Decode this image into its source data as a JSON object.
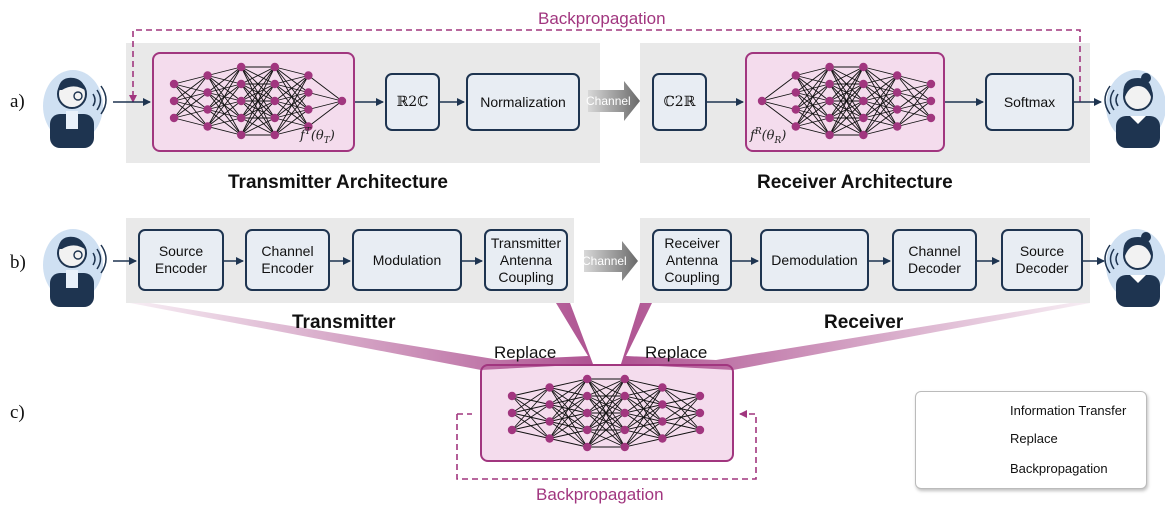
{
  "row_labels": {
    "a": "a)",
    "b": "b)",
    "c": "c)"
  },
  "row_a": {
    "backprop_label": "Backpropagation",
    "r2c": "ℝ2ℂ",
    "normalization": "Normalization",
    "channel": "Channel",
    "c2r": "ℂ2ℝ",
    "softmax": "Softmax",
    "f_tx": "f^T(θ_T)",
    "f_rx": "f^R(θ_R)",
    "tx_title": "Transmitter Architecture",
    "rx_title": "Receiver Architecture"
  },
  "row_b": {
    "source_encoder": "Source\nEncoder",
    "channel_encoder": "Channel\nEncoder",
    "modulation": "Modulation",
    "tx_antenna": "Transmitter\nAntenna\nCoupling",
    "channel": "Channel",
    "rx_antenna": "Receiver\nAntenna\nCoupling",
    "demodulation": "Demodulation",
    "channel_decoder": "Channel\nDecoder",
    "source_decoder": "Source\nDecoder",
    "tx_title": "Transmitter",
    "rx_title": "Receiver"
  },
  "row_c": {
    "replace_left": "Replace",
    "replace_right": "Replace",
    "backprop_label": "Backpropagation"
  },
  "legend": {
    "info_transfer": "Information Transfer",
    "replace": "Replace",
    "backprop": "Backpropagation"
  },
  "colors": {
    "navy": "#1e3450",
    "magenta": "#a1367f",
    "panel": "#e9e9e9",
    "box": "#e8edf3",
    "nn_fill": "#f4dced"
  }
}
